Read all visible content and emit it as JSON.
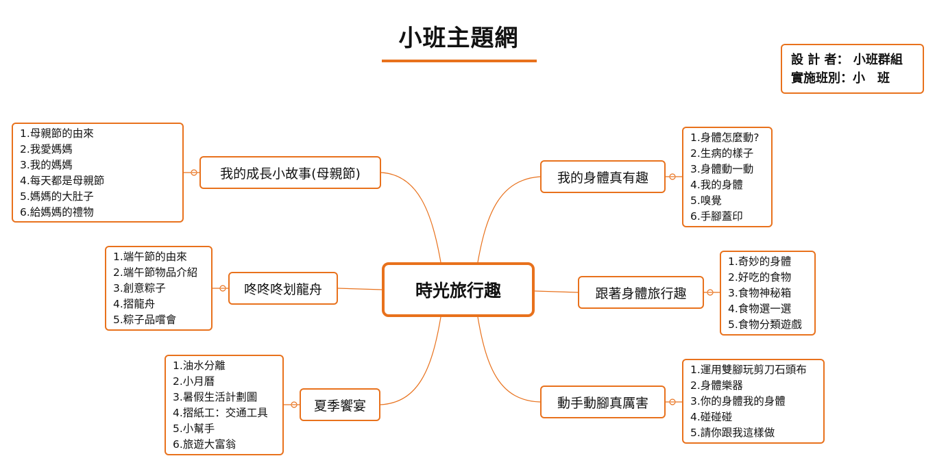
{
  "title": "小班主題網",
  "info": {
    "designer_label": "設 計 者：",
    "designer_value": "小班群組",
    "class_label": "實施班別：",
    "class_value": "小　班"
  },
  "center_topic": "時光旅行趣",
  "colors": {
    "accent": "#e8711c"
  },
  "branches": [
    {
      "topic": "我的成長小故事(母親節)",
      "items": [
        "1.母親節的由來",
        "2.我愛媽媽",
        "3.我的媽媽",
        "4.每天都是母親節",
        "5.媽媽的大肚子",
        "6.給媽媽的禮物"
      ]
    },
    {
      "topic": "咚咚咚划龍舟",
      "items": [
        "1.端午節的由來",
        "2.端午節物品介紹",
        "3.創意粽子",
        "4.摺龍舟",
        "5.粽子品嚐會"
      ]
    },
    {
      "topic": "夏季饗宴",
      "items": [
        "1.油水分離",
        "2.小月曆",
        "3.暑假生活計劃圖",
        "4.摺紙工：交通工具",
        "5.小幫手",
        "6.旅遊大富翁"
      ]
    },
    {
      "topic": "我的身體真有趣",
      "items": [
        "1.身體怎麼動?",
        "2.生病的樣子",
        "3.身體動一動",
        "4.我的身體",
        "5.嗅覺",
        "6.手腳蓋印"
      ]
    },
    {
      "topic": "跟著身體旅行趣",
      "items": [
        "1.奇妙的身體",
        "2.好吃的食物",
        "3.食物神秘箱",
        "4.食物選一選",
        "5.食物分類遊戲"
      ]
    },
    {
      "topic": "動手動腳真厲害",
      "items": [
        "1.運用雙腳玩剪刀石頭布",
        "2.身體樂器",
        "3.你的身體我的身體",
        "4.碰碰碰",
        "5.請你跟我這樣做"
      ]
    }
  ]
}
